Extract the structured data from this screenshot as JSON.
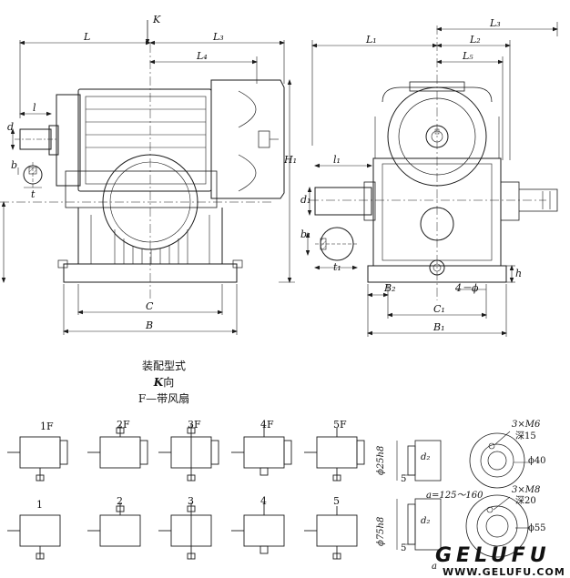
{
  "colors": {
    "ink": "#1a1a1a",
    "hatch": "#555555",
    "paper": "#ffffff"
  },
  "front_view": {
    "K": "K",
    "L": "L",
    "L3": "L₃",
    "L4": "L₄",
    "l": "l",
    "d": "d",
    "b": "b",
    "t": "t",
    "H1": "H₁",
    "C": "C",
    "B": "B"
  },
  "side_view": {
    "L1": "L₁",
    "L2": "L₂",
    "L3": "L₃",
    "L5": "L₅",
    "l1": "l₁",
    "d1": "d₁",
    "b1": "b₁",
    "t1": "t₁",
    "h": "h",
    "B2": "B₂",
    "holes": "4－ϕ",
    "C1": "C₁",
    "B1": "B₁"
  },
  "caption": {
    "title": "装配型式",
    "k_letter": "K",
    "k_suffix": "向",
    "legend": "F—带风扇"
  },
  "arrangements_fan": [
    "1F",
    "2F",
    "3F",
    "4F",
    "5F"
  ],
  "arrangements": [
    "1",
    "2",
    "3",
    "4",
    "5"
  ],
  "details": {
    "top_shaft": "ϕ25h8",
    "top_d2": "d₂",
    "top_five": "5",
    "top_bolt": "3×M6",
    "top_depth": "深15",
    "top_dia": "ϕ40",
    "bot_shaft": "ϕ75h8",
    "bot_d2": "d₂",
    "bot_five": "5",
    "bot_range": "a=125～160",
    "bot_bolt": "3×M8",
    "bot_depth": "深20",
    "bot_dia": "ϕ55",
    "bot_a": "a"
  },
  "watermark": {
    "brand": "GELUFU",
    "url": "WWW.GELUFU.COM"
  }
}
